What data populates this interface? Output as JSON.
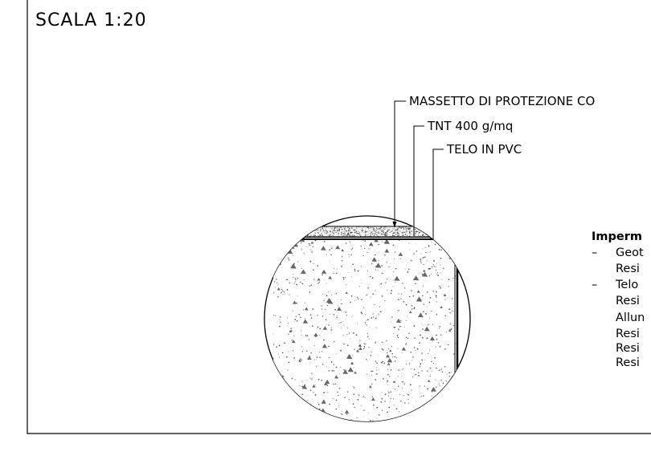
{
  "drawing": {
    "scale": "SCALA 1:20",
    "labels": {
      "massetto": "MASSETTO DI PROTEZIONE CO",
      "tnt": "TNT 400 g/mq",
      "telo": "TELO IN PVC"
    },
    "spec": {
      "heading": "Imperm",
      "dash1": "–",
      "line1": "Geot",
      "line2": "Resi",
      "dash2": "–",
      "line3": "Telo",
      "line4": "Resi",
      "line5": "Allun",
      "line6": "Resi",
      "line7": "Resi",
      "line8": "Resi"
    }
  }
}
